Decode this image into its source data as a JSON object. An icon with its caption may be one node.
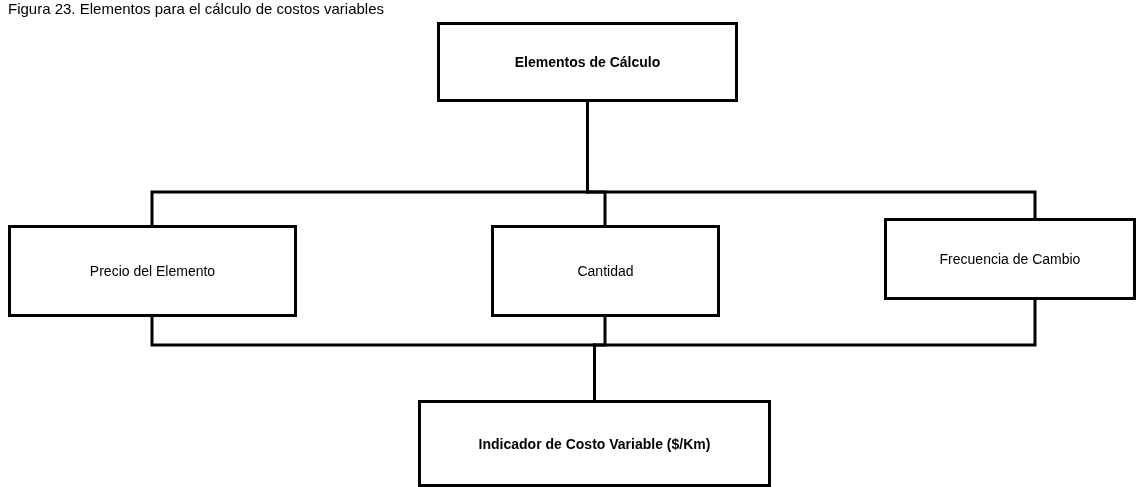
{
  "diagram": {
    "title": "Figura 23. Elementos para el cálculo de costos variables",
    "nodes": [
      {
        "text": [
          "Elementos de Cálculo"
        ]
      },
      {
        "text": [
          "Precio del Elemento"
        ]
      },
      {
        "text": [
          "Cantidad"
        ]
      },
      {
        "text": [
          "Frecuencia de Cambio"
        ]
      },
      {
        "text": [
          "Indicador de Costo Variable ($/Km)"
        ]
      }
    ],
    "edges": [
      {
        "from": 0,
        "to": 1,
        "arrow": "none"
      },
      {
        "from": 0,
        "to": 2,
        "arrow": "none"
      },
      {
        "from": 0,
        "to": 3,
        "arrow": "none"
      },
      {
        "from": 1,
        "to": 4,
        "arrow": "none"
      },
      {
        "from": 2,
        "to": 4,
        "arrow": "none"
      },
      {
        "from": 3,
        "to": 4,
        "arrow": "none"
      }
    ]
  }
}
